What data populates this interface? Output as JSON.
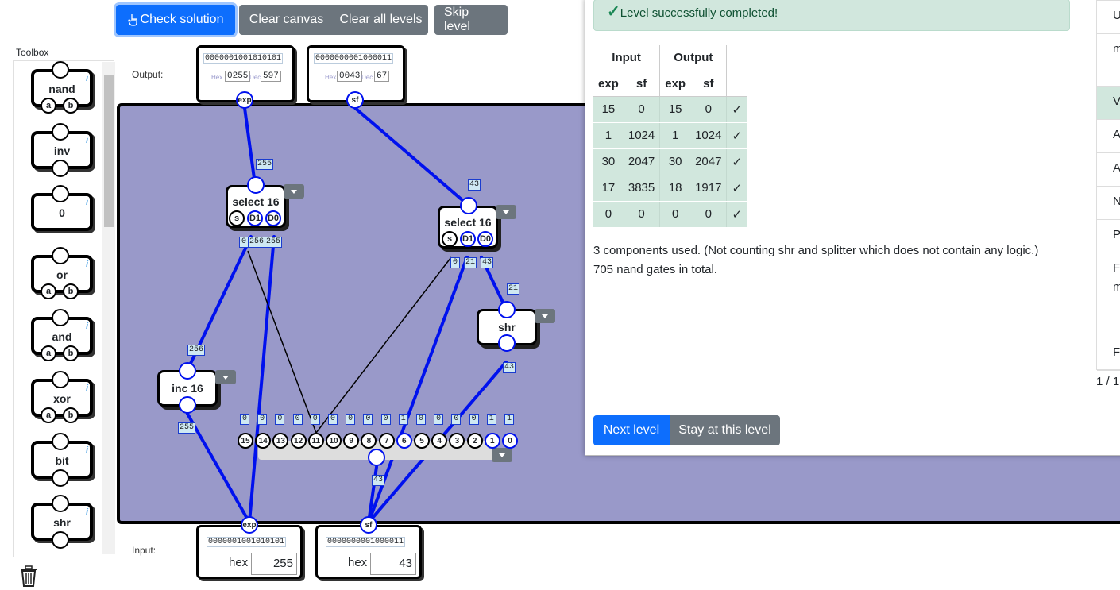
{
  "toolbar": {
    "check_label": "Check solution",
    "clear_canvas_label": "Clear canvas",
    "clear_levels_label": "Clear all levels",
    "skip_label": "Skip level"
  },
  "toolbox": {
    "title": "Toolbox",
    "items": [
      {
        "name": "nand",
        "pins": [
          "a",
          "b"
        ]
      },
      {
        "name": "inv",
        "pins": []
      },
      {
        "name": "0",
        "pins": []
      },
      {
        "name": "or",
        "pins": [
          "a",
          "b"
        ]
      },
      {
        "name": "and",
        "pins": [
          "a",
          "b"
        ]
      },
      {
        "name": "xor",
        "pins": [
          "a",
          "b"
        ]
      },
      {
        "name": "bit",
        "pins": []
      },
      {
        "name": "shr",
        "pins": []
      }
    ]
  },
  "canvas": {
    "output_label": "Output:",
    "input_label": "Input:",
    "outputs": [
      {
        "pin": "exp",
        "bits": "0000001001010101",
        "hex": "0255",
        "dec": "597"
      },
      {
        "pin": "sf",
        "bits": "0000000001000011",
        "hex": "0043",
        "dec": "67"
      }
    ],
    "inputs": [
      {
        "pin": "exp",
        "bits": "0000001001010101",
        "hex_label": "hex",
        "hex": "255"
      },
      {
        "pin": "sf",
        "bits": "0000000001000011",
        "hex_label": "hex",
        "hex": "43"
      }
    ],
    "hex_small": "Hex",
    "dec_small": "Dec",
    "width_16": "16",
    "components": {
      "select_left": {
        "name": "select 16",
        "pins": [
          "s",
          "D1",
          "D0"
        ],
        "out_value": "255",
        "in_values": [
          "0",
          "256",
          "255"
        ]
      },
      "select_right": {
        "name": "select 16",
        "pins": [
          "s",
          "D1",
          "D0"
        ],
        "out_value": "43",
        "in_values": [
          "0",
          "21",
          "43"
        ]
      },
      "shr": {
        "name": "shr",
        "in_value": "21",
        "out_value": "43"
      },
      "inc": {
        "name": "inc 16",
        "in_value": "255",
        "out_value": "256"
      },
      "splitter": {
        "bit_values": [
          "0",
          "0",
          "0",
          "0",
          "0",
          "0",
          "0",
          "0",
          "0",
          "1",
          "0",
          "0",
          "0",
          "0",
          "1",
          "1"
        ],
        "bit_pins": [
          "15",
          "14",
          "13",
          "12",
          "11",
          "10",
          "9",
          "8",
          "7",
          "6",
          "5",
          "4",
          "3",
          "2",
          "1",
          "0"
        ],
        "in_value": "43"
      }
    }
  },
  "result": {
    "success_text": "Level successfully completed!",
    "table": {
      "group_input": "Input",
      "group_output": "Output",
      "headers": [
        "exp",
        "sf",
        "exp",
        "sf"
      ],
      "rows": [
        [
          "15",
          "0",
          "15",
          "0",
          "✓"
        ],
        [
          "1",
          "1024",
          "1",
          "1024",
          "✓"
        ],
        [
          "30",
          "2047",
          "30",
          "2047",
          "✓"
        ],
        [
          "17",
          "3835",
          "18",
          "1917",
          "✓"
        ],
        [
          "0",
          "0",
          "0",
          "0",
          "✓"
        ]
      ]
    },
    "stats_line1": "3 components used. (Not counting shr and splitter which does not contain any logic.)",
    "stats_line2": "705 nand gates in total.",
    "next_label": "Next level",
    "stay_label": "Stay at this level"
  },
  "levels": {
    "items": [
      "U",
      "m",
      "V",
      "A",
      "A",
      "N",
      "P",
      "F",
      "m",
      "F"
    ],
    "pager": "1 / 1"
  },
  "colors": {
    "canvas": "#9999c9",
    "wire_active": "#0011ee",
    "primary": "#0d6efd",
    "secondary": "#6c757d",
    "success_bg": "#d1e7dd"
  }
}
